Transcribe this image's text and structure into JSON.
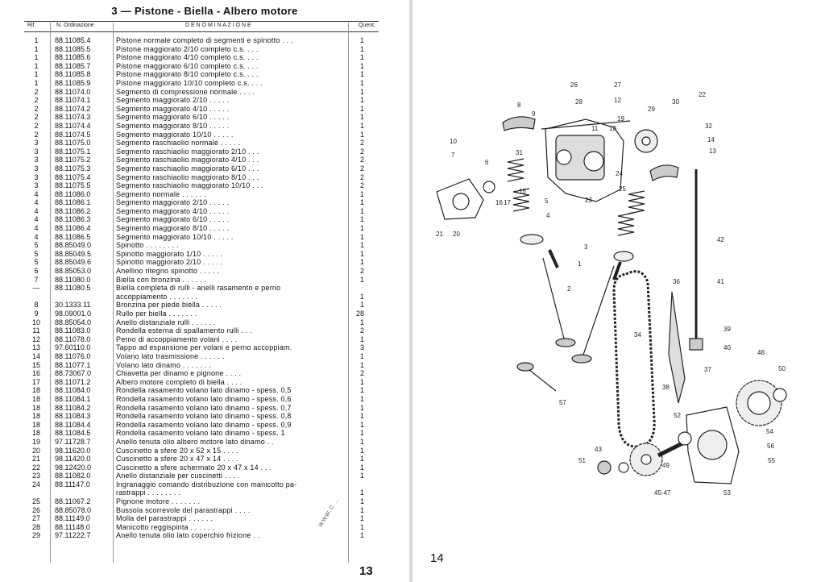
{
  "left_page": {
    "title": "3 — Pistone - Biella - Albero motore",
    "columns": {
      "rif": "Rif.",
      "ordinazione": "N. Ordinazione",
      "denominazione": "D E N O M I N A Z I O N E",
      "quantita": "Quent."
    },
    "rows": [
      {
        "rif": "1",
        "num": "88.11085.4",
        "desc": "Pistone normale completo di segmenti e spinotto . . .",
        "qty": "1"
      },
      {
        "rif": "1",
        "num": "88.11085.5",
        "desc": "Pistone maggiorato  2/10 completo c.s. . . .",
        "qty": "1"
      },
      {
        "rif": "1",
        "num": "88.11085.6",
        "desc": "Pistone maggiorato  4/10 completo c.s. . . .",
        "qty": "1"
      },
      {
        "rif": "1",
        "num": "88.11085.7",
        "desc": "Pistone maggiorato  6/10 completo c.s. . . .",
        "qty": "1"
      },
      {
        "rif": "1",
        "num": "88.11085.8",
        "desc": "Pistone maggiorato  8/10 completo c.s. . . .",
        "qty": "1"
      },
      {
        "rif": "1",
        "num": "88.11085.9",
        "desc": "Pistone maggiorato 10/10 completo c.s. . . .",
        "qty": "1"
      },
      {
        "rif": "2",
        "num": "88.11074.0",
        "desc": "Segmento di compressione normale . . . .",
        "qty": "1"
      },
      {
        "rif": "2",
        "num": "88.11074.1",
        "desc": "Segmento  maggiorato  2/10 . . . . .",
        "qty": "1"
      },
      {
        "rif": "2",
        "num": "88.11074.2",
        "desc": "Segmento  maggiorato  4/10 . . . . .",
        "qty": "1"
      },
      {
        "rif": "2",
        "num": "88.11074.3",
        "desc": "Segmento  maggiorato  6/10 . . . . .",
        "qty": "1"
      },
      {
        "rif": "2",
        "num": "88.11074.4",
        "desc": "Segmento  maggiorato  8/10 . . . . .",
        "qty": "1"
      },
      {
        "rif": "2",
        "num": "88.11074.5",
        "desc": "Segmento  maggiorato  10/10 . . . . .",
        "qty": "1"
      },
      {
        "rif": "3",
        "num": "88.11075.0",
        "desc": "Segmento raschiaolio normale . . . . .",
        "qty": "2"
      },
      {
        "rif": "3",
        "num": "88.11075.1",
        "desc": "Segmento raschiaolio maggiorato 2/10 . . .",
        "qty": "2"
      },
      {
        "rif": "3",
        "num": "88.11075.2",
        "desc": "Segmento raschiaolio maggiorato 4/10 . . .",
        "qty": "2"
      },
      {
        "rif": "3",
        "num": "88.11075.3",
        "desc": "Segmento raschiaolio maggiorato 6/10 . . .",
        "qty": "2"
      },
      {
        "rif": "3",
        "num": "88.11075.4",
        "desc": "Segmento raschiaolio maggiorato 8/10 . . .",
        "qty": "2"
      },
      {
        "rif": "3",
        "num": "88.11075.5",
        "desc": "Segmento raschiaolio maggiorato 10/10 . . .",
        "qty": "2"
      },
      {
        "rif": "4",
        "num": "88.11086.0",
        "desc": "Segmento   normale . . . . . .",
        "qty": "1"
      },
      {
        "rif": "4",
        "num": "88.11086.1",
        "desc": "Segmento  maggiorato  2/10 . . . . .",
        "qty": "1"
      },
      {
        "rif": "4",
        "num": "88.11086.2",
        "desc": "Segmento  maggiorato  4/10 . . . . .",
        "qty": "1"
      },
      {
        "rif": "4",
        "num": "88.11086.3",
        "desc": "Segmento  maggiorato  6/10 . . . . .",
        "qty": "1"
      },
      {
        "rif": "4",
        "num": "88.11086.4",
        "desc": "Segmento  maggiorato  8/10 . . . . .",
        "qty": "1"
      },
      {
        "rif": "4",
        "num": "88.11086.5",
        "desc": "Segmento  maggiorato  10/10 . . . . .",
        "qty": "1"
      },
      {
        "rif": "5",
        "num": "88.85049.0",
        "desc": "Spinotto . . . . . . . .",
        "qty": "1"
      },
      {
        "rif": "5",
        "num": "88.85049.5",
        "desc": "Spinotto  maggiorato  1/10 . . . . .",
        "qty": "1"
      },
      {
        "rif": "5",
        "num": "88.85049.6",
        "desc": "Spinotto  maggiorato  2/10 . . . . .",
        "qty": "1"
      },
      {
        "rif": "6",
        "num": "88.85053.0",
        "desc": "Anellino ritegno spinotto . . . . .",
        "qty": "2"
      },
      {
        "rif": "7",
        "num": "88.11080.0",
        "desc": "Biella con bronzina . . . . . .",
        "qty": "1"
      },
      {
        "rif": "—",
        "num": "88.11080.5",
        "desc": "Biella completa di rulli - anelli rasamento e perno",
        "qty": ""
      },
      {
        "rif": "",
        "num": "",
        "desc": "        accoppiamento . . . . . . .",
        "qty": "1"
      },
      {
        "rif": "8",
        "num": "30.1333.11",
        "desc": "Bronzina per piede biella . . . . .",
        "qty": "1"
      },
      {
        "rif": "9",
        "num": "98.09001.0",
        "desc": "Rullo per biella . . . . . . .",
        "qty": "28"
      },
      {
        "rif": "10",
        "num": "88.85054.0",
        "desc": "Anello distanziale rulli . . . . . .",
        "qty": "1"
      },
      {
        "rif": "11",
        "num": "88.11083.0",
        "desc": "Rondella esterna di spallamento rulli . . .",
        "qty": "2"
      },
      {
        "rif": "12",
        "num": "88.11078.0",
        "desc": "Perno di accoppiamento volani . . . .",
        "qty": "1"
      },
      {
        "rif": "13",
        "num": "97.60110.0",
        "desc": "Tappo ad espansione per volani e perno accoppiam.",
        "qty": "3"
      },
      {
        "rif": "14",
        "num": "88.11076.0",
        "desc": "Volano lato trasmissione . . . . . .",
        "qty": "1"
      },
      {
        "rif": "15",
        "num": "88.11077.1",
        "desc": "Volano lato dinamo . . . . . . .",
        "qty": "1"
      },
      {
        "rif": "16",
        "num": "88.73067.0",
        "desc": "Chiavetta per dinamo e pignone . . . .",
        "qty": "2"
      },
      {
        "rif": "17",
        "num": "88.11071.2",
        "desc": "Albero motore completo di biella . . . .",
        "qty": "1"
      },
      {
        "rif": "18",
        "num": "88.11084.0",
        "desc": "Rondella rasamento volano lato dinamo - spess. 0,5",
        "qty": "1"
      },
      {
        "rif": "18",
        "num": "88.11084.1",
        "desc": "Rondella rasamento volano lato dinamo - spess. 0,6",
        "qty": "1"
      },
      {
        "rif": "18",
        "num": "88.11084.2",
        "desc": "Rondella rasamento volano lato dinamo - spess. 0,7",
        "qty": "1"
      },
      {
        "rif": "18",
        "num": "88.11084.3",
        "desc": "Rondella rasamento volano lato dinamo - spess. 0,8",
        "qty": "1"
      },
      {
        "rif": "18",
        "num": "88.11084.4",
        "desc": "Rondella rasamento volano lato dinamo - spess. 0,9",
        "qty": "1"
      },
      {
        "rif": "18",
        "num": "88.11084.5",
        "desc": "Rondella rasamento volano lato dinamo - spess. 1",
        "qty": "1"
      },
      {
        "rif": "19",
        "num": "97.11728.7",
        "desc": "Anello tenuta olio albero motore lato dinamo . .",
        "qty": "1"
      },
      {
        "rif": "20",
        "num": "98.11620.0",
        "desc": "Cuscinetto a sfere 20 x 52 x 15 . . . .",
        "qty": "1"
      },
      {
        "rif": "21",
        "num": "98.11420.0",
        "desc": "Cuscinetto a sfere 20 x 47 x 14 . . . .",
        "qty": "1"
      },
      {
        "rif": "22",
        "num": "98.12420.0",
        "desc": "Cuscinetto a sfere schermato 20 x 47 x 14 . . .",
        "qty": "1"
      },
      {
        "rif": "23",
        "num": "88.11082.0",
        "desc": "Anello distanziale per cuscinetti . . . .",
        "qty": "1"
      },
      {
        "rif": "24",
        "num": "88.11147.0",
        "desc": "Ingranaggio comando distribuzione con manicotto pa-",
        "qty": ""
      },
      {
        "rif": "",
        "num": "",
        "desc": "rastrappi . . . . . . . .",
        "qty": "1"
      },
      {
        "rif": "25",
        "num": "88.11067.2",
        "desc": "Pignone motore . . . . . . .",
        "qty": "1"
      },
      {
        "rif": "26",
        "num": "88.85078.0",
        "desc": "Bussola scorrevole del parastrappi . . . .",
        "qty": "1"
      },
      {
        "rif": "27",
        "num": "88.11149.0",
        "desc": "Molla del parastrappi . . . . . .",
        "qty": "1"
      },
      {
        "rif": "28",
        "num": "88.11148.0",
        "desc": "Manicotto reggispinta . . . . . .",
        "qty": "1"
      },
      {
        "rif": "29",
        "num": "97.11222.7",
        "desc": "Anello tenuta olio lato coperchio frizione . .",
        "qty": "1"
      }
    ],
    "page_number": "13",
    "watermark": "www.c..."
  },
  "right_page": {
    "page_number": "14",
    "callouts": [
      "26",
      "27",
      "28",
      "12",
      "29",
      "30",
      "22",
      "32",
      "14",
      "13",
      "8",
      "9",
      "11",
      "18",
      "19",
      "10",
      "7",
      "6",
      "31",
      "15",
      "16",
      "17",
      "5",
      "24",
      "25",
      "23",
      "4",
      "3",
      "1",
      "2",
      "21",
      "20",
      "42",
      "41",
      "36",
      "34",
      "39",
      "40",
      "57",
      "37",
      "38",
      "52",
      "48",
      "50",
      "54",
      "56",
      "55",
      "53",
      "51",
      "49",
      "43",
      "45-47"
    ]
  }
}
